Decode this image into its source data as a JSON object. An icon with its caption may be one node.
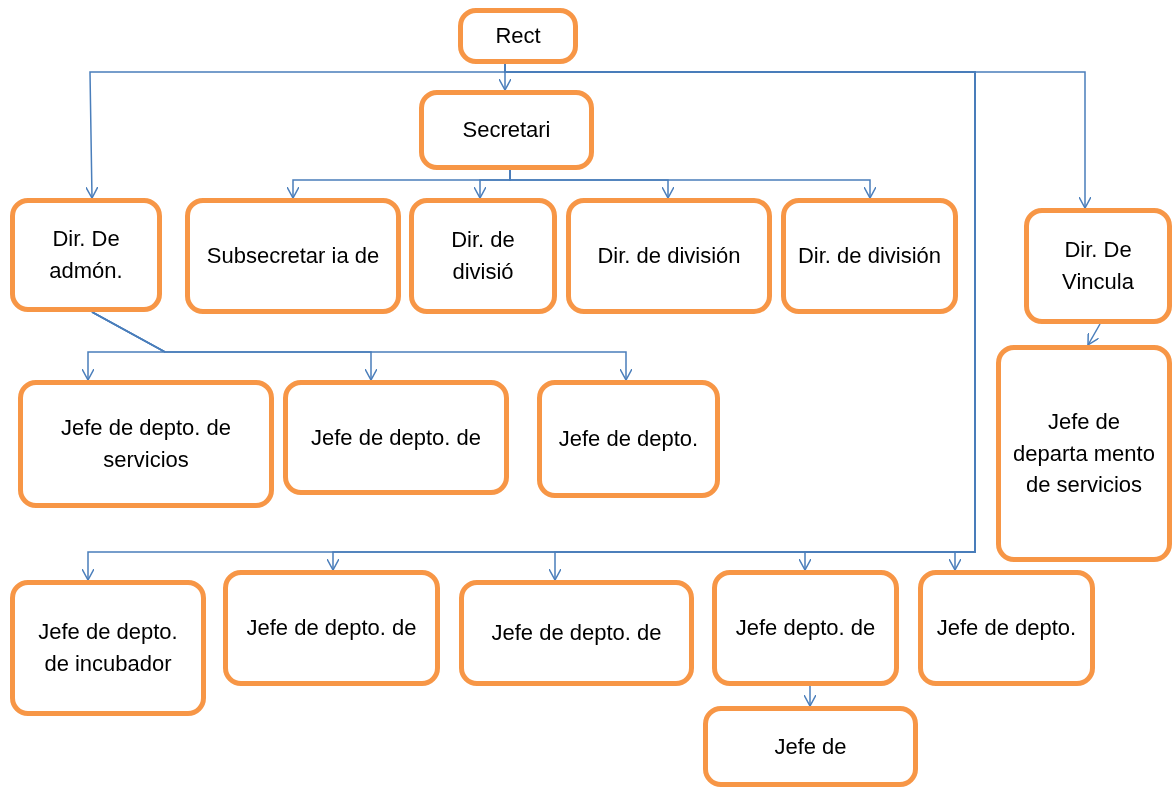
{
  "diagram": {
    "nodes": [
      {
        "text": [
          "Rect"
        ]
      },
      {
        "text": [
          "Secretari"
        ]
      },
      {
        "text": [
          "Dir. De admón."
        ]
      },
      {
        "text": [
          "Subsecretar ia de"
        ]
      },
      {
        "text": [
          "Dir. de divisió"
        ]
      },
      {
        "text": [
          "Dir. de división"
        ]
      },
      {
        "text": [
          "Dir. de división"
        ]
      },
      {
        "text": [
          "Dir. De Vincula"
        ]
      },
      {
        "text": [
          "Jefe de depto. de servicios"
        ]
      },
      {
        "text": [
          "Jefe de depto. de"
        ]
      },
      {
        "text": [
          "Jefe de depto."
        ]
      },
      {
        "text": [
          "Jefe de departa mento de servicios"
        ]
      },
      {
        "text": [
          "Jefe de depto. de incubador"
        ]
      },
      {
        "text": [
          "Jefe de depto. de"
        ]
      },
      {
        "text": [
          "Jefe de depto. de"
        ]
      },
      {
        "text": [
          "Jefe depto. de"
        ]
      },
      {
        "text": [
          "Jefe de depto."
        ]
      },
      {
        "text": [
          "Jefe de"
        ]
      }
    ],
    "edges": [
      {
        "from": 0,
        "to": 1,
        "arrow": "to"
      },
      {
        "from": 0,
        "to": 2,
        "arrow": "to"
      },
      {
        "from": 0,
        "to": 7,
        "arrow": "to"
      },
      {
        "from": 0,
        "to": 12,
        "arrow": "to"
      },
      {
        "from": 0,
        "to": 13,
        "arrow": "to"
      },
      {
        "from": 0,
        "to": 14,
        "arrow": "to"
      },
      {
        "from": 0,
        "to": 15,
        "arrow": "to"
      },
      {
        "from": 0,
        "to": 16,
        "arrow": "to"
      },
      {
        "from": 1,
        "to": 3,
        "arrow": "to"
      },
      {
        "from": 1,
        "to": 4,
        "arrow": "to"
      },
      {
        "from": 1,
        "to": 5,
        "arrow": "to"
      },
      {
        "from": 1,
        "to": 6,
        "arrow": "to"
      },
      {
        "from": 2,
        "to": 8,
        "arrow": "to"
      },
      {
        "from": 2,
        "to": 9,
        "arrow": "to"
      },
      {
        "from": 2,
        "to": 10,
        "arrow": "to"
      },
      {
        "from": 7,
        "to": 11,
        "arrow": "to"
      },
      {
        "from": 15,
        "to": 17,
        "arrow": "to"
      }
    ]
  }
}
